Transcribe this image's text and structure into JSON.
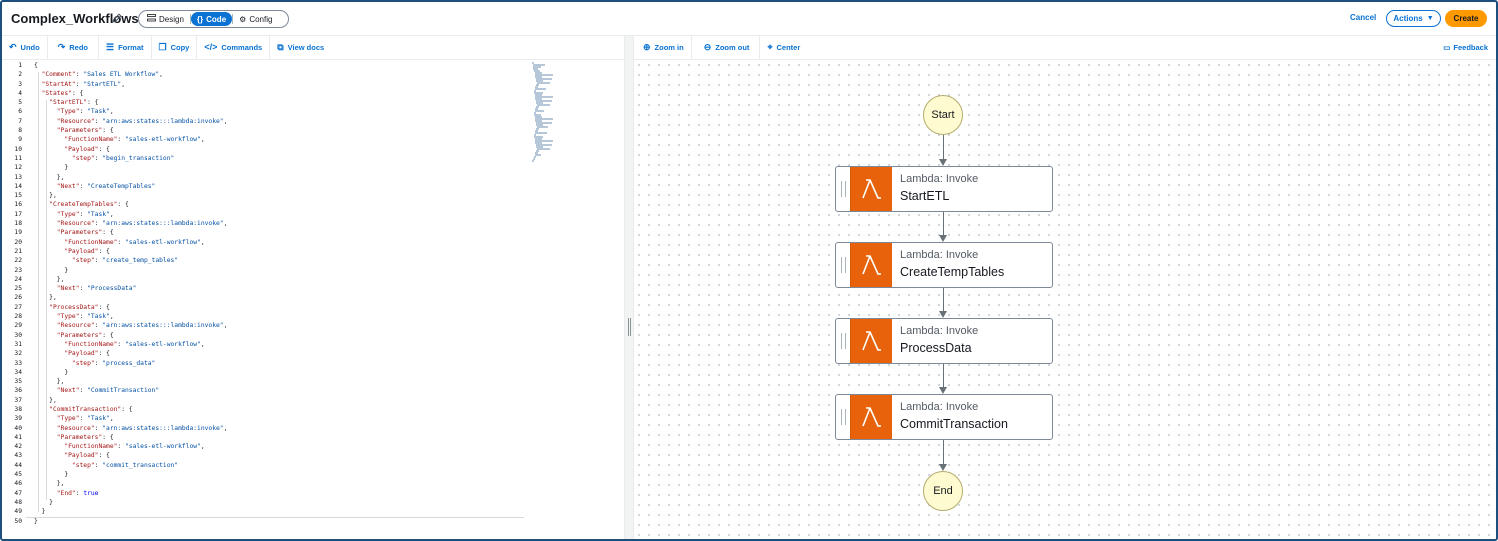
{
  "header": {
    "title": "Complex_Workflows",
    "modes": [
      {
        "label": "Design"
      },
      {
        "label": "Code"
      },
      {
        "label": "Config"
      }
    ],
    "cancel_label": "Cancel",
    "actions_label": "Actions",
    "create_label": "Create"
  },
  "editor_toolbar": {
    "undo": "Undo",
    "redo": "Redo",
    "format": "Format",
    "copy": "Copy",
    "commands": "Commands",
    "view_docs": "View docs"
  },
  "canvas_toolbar": {
    "zoom_in": "Zoom in",
    "zoom_out": "Zoom out",
    "center": "Center",
    "feedback": "Feedback"
  },
  "code_lines": [
    [
      [
        "p",
        "{"
      ]
    ],
    [
      [
        "p",
        "  "
      ],
      [
        "k",
        "\"Comment\""
      ],
      [
        "p",
        ": "
      ],
      [
        "s",
        "\"Sales ETL Workflow\""
      ],
      [
        "p",
        ","
      ]
    ],
    [
      [
        "p",
        "  "
      ],
      [
        "k",
        "\"StartAt\""
      ],
      [
        "p",
        ": "
      ],
      [
        "s",
        "\"StartETL\""
      ],
      [
        "p",
        ","
      ]
    ],
    [
      [
        "p",
        "  "
      ],
      [
        "k",
        "\"States\""
      ],
      [
        "p",
        ": {"
      ]
    ],
    [
      [
        "p",
        "    "
      ],
      [
        "k",
        "\"StartETL\""
      ],
      [
        "p",
        ": {"
      ]
    ],
    [
      [
        "p",
        "      "
      ],
      [
        "k",
        "\"Type\""
      ],
      [
        "p",
        ": "
      ],
      [
        "s",
        "\"Task\""
      ],
      [
        "p",
        ","
      ]
    ],
    [
      [
        "p",
        "      "
      ],
      [
        "k",
        "\"Resource\""
      ],
      [
        "p",
        ": "
      ],
      [
        "s",
        "\"arn:aws:states:::lambda:invoke\""
      ],
      [
        "p",
        ","
      ]
    ],
    [
      [
        "p",
        "      "
      ],
      [
        "k",
        "\"Parameters\""
      ],
      [
        "p",
        ": {"
      ]
    ],
    [
      [
        "p",
        "        "
      ],
      [
        "k",
        "\"FunctionName\""
      ],
      [
        "p",
        ": "
      ],
      [
        "s",
        "\"sales-etl-workflow\""
      ],
      [
        "p",
        ","
      ]
    ],
    [
      [
        "p",
        "        "
      ],
      [
        "k",
        "\"Payload\""
      ],
      [
        "p",
        ": {"
      ]
    ],
    [
      [
        "p",
        "          "
      ],
      [
        "k",
        "\"step\""
      ],
      [
        "p",
        ": "
      ],
      [
        "s",
        "\"begin_transaction\""
      ]
    ],
    [
      [
        "p",
        "        }"
      ]
    ],
    [
      [
        "p",
        "      },"
      ]
    ],
    [
      [
        "p",
        "      "
      ],
      [
        "k",
        "\"Next\""
      ],
      [
        "p",
        ": "
      ],
      [
        "s",
        "\"CreateTempTables\""
      ]
    ],
    [
      [
        "p",
        "    },"
      ]
    ],
    [
      [
        "p",
        "    "
      ],
      [
        "k",
        "\"CreateTempTables\""
      ],
      [
        "p",
        ": {"
      ]
    ],
    [
      [
        "p",
        "      "
      ],
      [
        "k",
        "\"Type\""
      ],
      [
        "p",
        ": "
      ],
      [
        "s",
        "\"Task\""
      ],
      [
        "p",
        ","
      ]
    ],
    [
      [
        "p",
        "      "
      ],
      [
        "k",
        "\"Resource\""
      ],
      [
        "p",
        ": "
      ],
      [
        "s",
        "\"arn:aws:states:::lambda:invoke\""
      ],
      [
        "p",
        ","
      ]
    ],
    [
      [
        "p",
        "      "
      ],
      [
        "k",
        "\"Parameters\""
      ],
      [
        "p",
        ": {"
      ]
    ],
    [
      [
        "p",
        "        "
      ],
      [
        "k",
        "\"FunctionName\""
      ],
      [
        "p",
        ": "
      ],
      [
        "s",
        "\"sales-etl-workflow\""
      ],
      [
        "p",
        ","
      ]
    ],
    [
      [
        "p",
        "        "
      ],
      [
        "k",
        "\"Payload\""
      ],
      [
        "p",
        ": {"
      ]
    ],
    [
      [
        "p",
        "          "
      ],
      [
        "k",
        "\"step\""
      ],
      [
        "p",
        ": "
      ],
      [
        "s",
        "\"create_temp_tables\""
      ]
    ],
    [
      [
        "p",
        "        }"
      ]
    ],
    [
      [
        "p",
        "      },"
      ]
    ],
    [
      [
        "p",
        "      "
      ],
      [
        "k",
        "\"Next\""
      ],
      [
        "p",
        ": "
      ],
      [
        "s",
        "\"ProcessData\""
      ]
    ],
    [
      [
        "p",
        "    },"
      ]
    ],
    [
      [
        "p",
        "    "
      ],
      [
        "k",
        "\"ProcessData\""
      ],
      [
        "p",
        ": {"
      ]
    ],
    [
      [
        "p",
        "      "
      ],
      [
        "k",
        "\"Type\""
      ],
      [
        "p",
        ": "
      ],
      [
        "s",
        "\"Task\""
      ],
      [
        "p",
        ","
      ]
    ],
    [
      [
        "p",
        "      "
      ],
      [
        "k",
        "\"Resource\""
      ],
      [
        "p",
        ": "
      ],
      [
        "s",
        "\"arn:aws:states:::lambda:invoke\""
      ],
      [
        "p",
        ","
      ]
    ],
    [
      [
        "p",
        "      "
      ],
      [
        "k",
        "\"Parameters\""
      ],
      [
        "p",
        ": {"
      ]
    ],
    [
      [
        "p",
        "        "
      ],
      [
        "k",
        "\"FunctionName\""
      ],
      [
        "p",
        ": "
      ],
      [
        "s",
        "\"sales-etl-workflow\""
      ],
      [
        "p",
        ","
      ]
    ],
    [
      [
        "p",
        "        "
      ],
      [
        "k",
        "\"Payload\""
      ],
      [
        "p",
        ": {"
      ]
    ],
    [
      [
        "p",
        "          "
      ],
      [
        "k",
        "\"step\""
      ],
      [
        "p",
        ": "
      ],
      [
        "s",
        "\"process_data\""
      ]
    ],
    [
      [
        "p",
        "        }"
      ]
    ],
    [
      [
        "p",
        "      },"
      ]
    ],
    [
      [
        "p",
        "      "
      ],
      [
        "k",
        "\"Next\""
      ],
      [
        "p",
        ": "
      ],
      [
        "s",
        "\"CommitTransaction\""
      ]
    ],
    [
      [
        "p",
        "    },"
      ]
    ],
    [
      [
        "p",
        "    "
      ],
      [
        "k",
        "\"CommitTransaction\""
      ],
      [
        "p",
        ": {"
      ]
    ],
    [
      [
        "p",
        "      "
      ],
      [
        "k",
        "\"Type\""
      ],
      [
        "p",
        ": "
      ],
      [
        "s",
        "\"Task\""
      ],
      [
        "p",
        ","
      ]
    ],
    [
      [
        "p",
        "      "
      ],
      [
        "k",
        "\"Resource\""
      ],
      [
        "p",
        ": "
      ],
      [
        "s",
        "\"arn:aws:states:::lambda:invoke\""
      ],
      [
        "p",
        ","
      ]
    ],
    [
      [
        "p",
        "      "
      ],
      [
        "k",
        "\"Parameters\""
      ],
      [
        "p",
        ": {"
      ]
    ],
    [
      [
        "p",
        "        "
      ],
      [
        "k",
        "\"FunctionName\""
      ],
      [
        "p",
        ": "
      ],
      [
        "s",
        "\"sales-etl-workflow\""
      ],
      [
        "p",
        ","
      ]
    ],
    [
      [
        "p",
        "        "
      ],
      [
        "k",
        "\"Payload\""
      ],
      [
        "p",
        ": {"
      ]
    ],
    [
      [
        "p",
        "          "
      ],
      [
        "k",
        "\"step\""
      ],
      [
        "p",
        ": "
      ],
      [
        "s",
        "\"commit_transaction\""
      ]
    ],
    [
      [
        "p",
        "        }"
      ]
    ],
    [
      [
        "p",
        "      },"
      ]
    ],
    [
      [
        "p",
        "      "
      ],
      [
        "k",
        "\"End\""
      ],
      [
        "p",
        ": "
      ],
      [
        "b",
        "true"
      ]
    ],
    [
      [
        "p",
        "    }"
      ]
    ],
    [
      [
        "p",
        "  }"
      ]
    ],
    [
      [
        "p",
        "}"
      ]
    ]
  ],
  "graph": {
    "start_label": "Start",
    "end_label": "End",
    "states": [
      {
        "type": "Lambda: Invoke",
        "name": "StartETL"
      },
      {
        "type": "Lambda: Invoke",
        "name": "CreateTempTables"
      },
      {
        "type": "Lambda: Invoke",
        "name": "ProcessData"
      },
      {
        "type": "Lambda: Invoke",
        "name": "CommitTransaction"
      }
    ]
  },
  "colors": {
    "accent": "#0972d3",
    "primary_button": "#ff9900",
    "lambda_orange": "#e7620b",
    "terminal_node": "#fffbd1"
  }
}
